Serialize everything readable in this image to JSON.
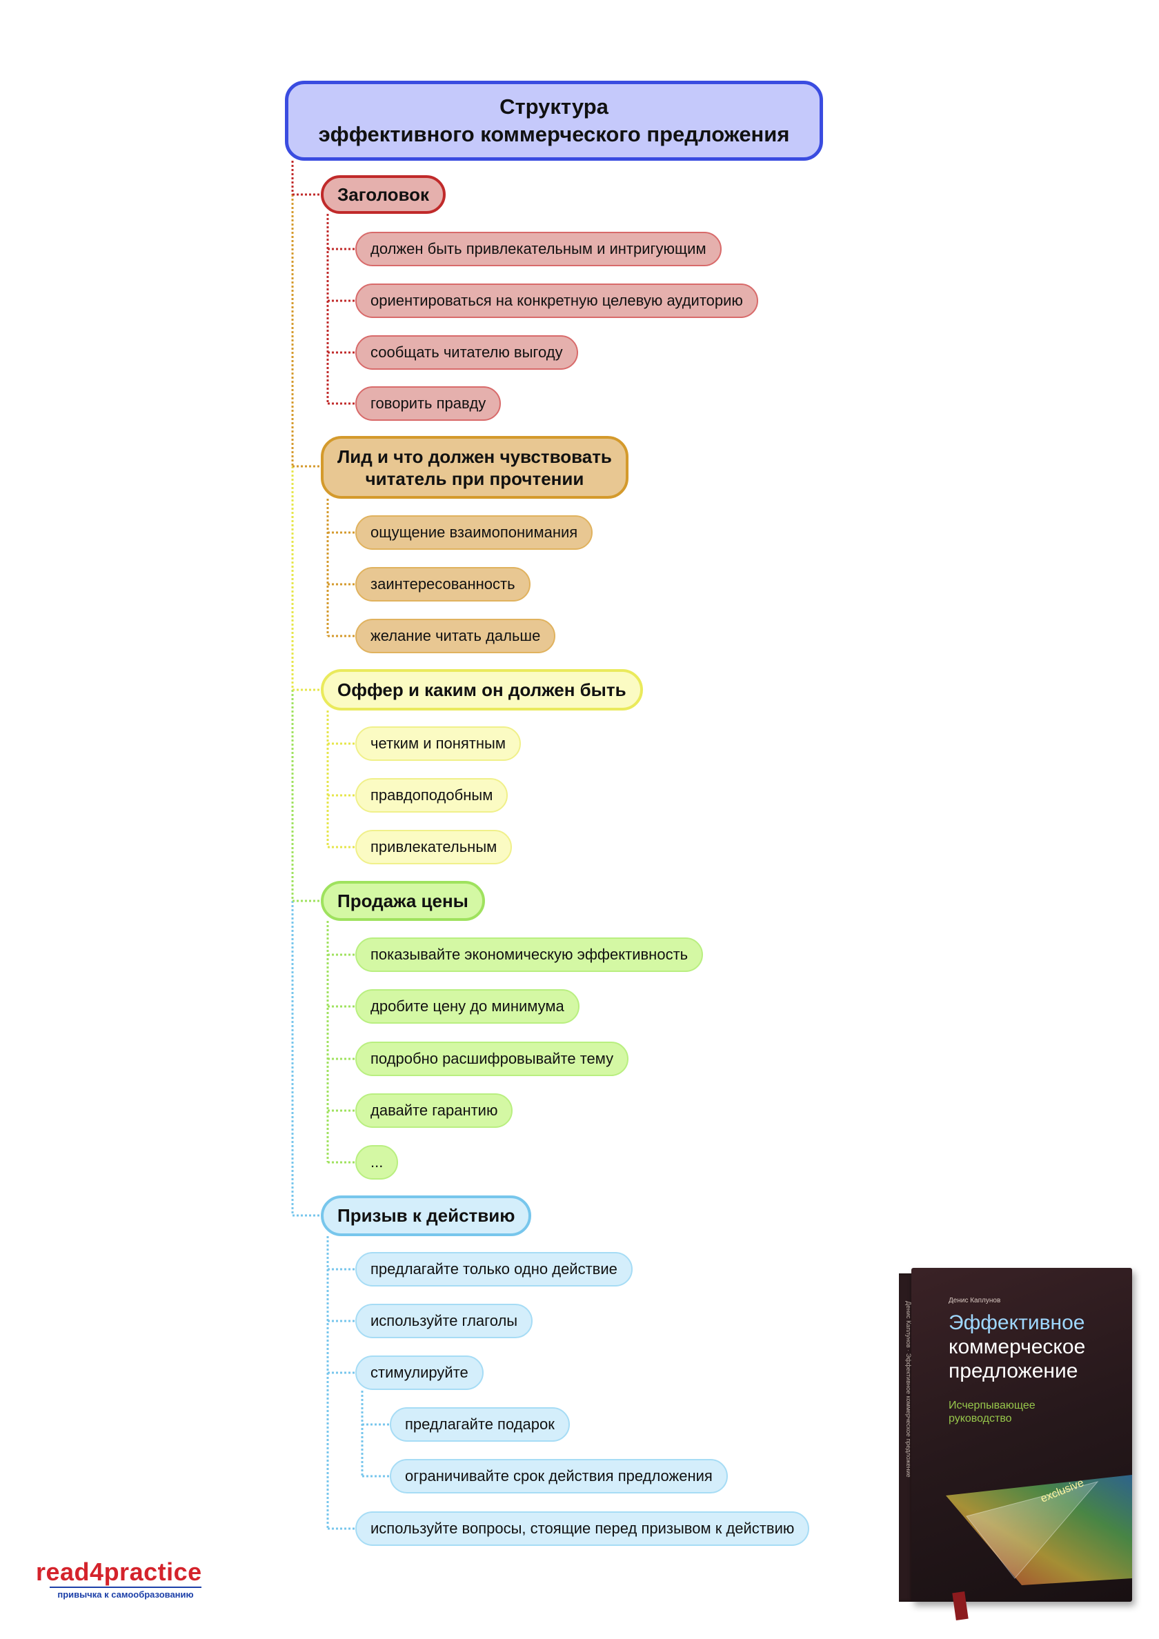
{
  "title_lines": [
    "Структура",
    "эффективного коммерческого предложения"
  ],
  "colors": {
    "root": "#3a4ce0",
    "headline": "#c02a2a",
    "lead": "#d49a2c",
    "offer": "#eaea5c",
    "price": "#9fe25e",
    "cta": "#77c6ec"
  },
  "sections": [
    {
      "label": "Заголовок",
      "items": [
        {
          "label": "должен быть привлекательным и интригующим"
        },
        {
          "label": "ориентироваться на конкретную целевую аудиторию"
        },
        {
          "label": "сообщать читателю выгоду"
        },
        {
          "label": "говорить правду"
        }
      ]
    },
    {
      "label_lines": [
        "Лид и что должен чувствовать",
        "читатель при прочтении"
      ],
      "items": [
        {
          "label": "ощущение взаимопонимания"
        },
        {
          "label": "заинтересованность"
        },
        {
          "label": "желание читать дальше"
        }
      ]
    },
    {
      "label": "Оффер и каким он должен быть",
      "items": [
        {
          "label": "четким и понятным"
        },
        {
          "label": "правдоподобным"
        },
        {
          "label": "привлекательным"
        }
      ]
    },
    {
      "label": "Продажа цены",
      "items": [
        {
          "label": "показывайте экономическую эффективность"
        },
        {
          "label": "дробите цену до минимума"
        },
        {
          "label": "подробно расшифровывайте тему"
        },
        {
          "label": "давайте гарантию"
        },
        {
          "label": "..."
        }
      ]
    },
    {
      "label": "Призыв к действию",
      "items": [
        {
          "label": "предлагайте только одно действие"
        },
        {
          "label": "используйте глаголы"
        },
        {
          "label": "стимулируйте",
          "children": [
            {
              "label": "предлагайте подарок"
            },
            {
              "label": "ограничивайте срок действия предложения"
            }
          ]
        },
        {
          "label": "используйте вопросы, стоящие перед призывом к действию"
        }
      ]
    }
  ],
  "logo": {
    "main": "read4practice",
    "tagline": "привычка к самообразованию"
  },
  "book": {
    "author": "Денис Каплунов",
    "title_lines": [
      "Эффективное",
      "коммерческое",
      "предложение"
    ],
    "subtitle_lines": [
      "Исчерпывающее",
      "руководство"
    ],
    "badge": "exclusive",
    "spine": "Денис Каплунов · Эффективное коммерческое предложение"
  }
}
